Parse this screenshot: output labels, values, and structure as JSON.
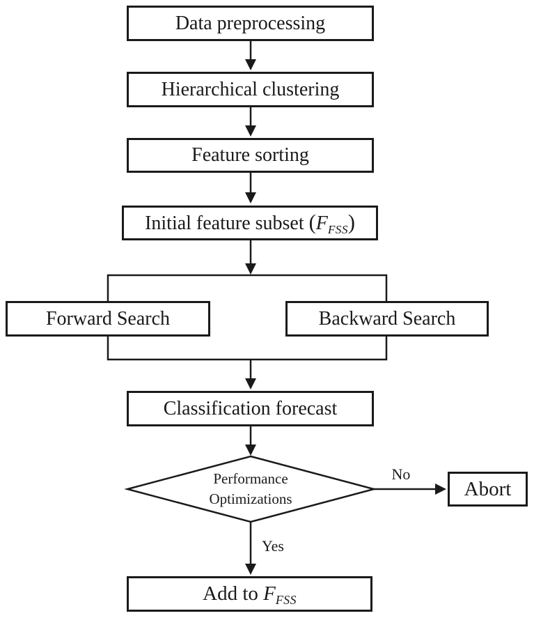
{
  "diagram": {
    "type": "flowchart",
    "colors": {
      "line": "#1a1a1a",
      "background": "#ffffff",
      "node_fill": "#ffffff"
    },
    "nodes": {
      "data_preprocessing": {
        "label": "Data preprocessing"
      },
      "hierarchical_clustering": {
        "label": "Hierarchical clustering"
      },
      "feature_sorting": {
        "label": "Feature sorting"
      },
      "initial_feature_subset": {
        "prefix": "Initial feature subset ",
        "open_paren": "(",
        "sym": "F",
        "sub": "FSS",
        "close_paren": ")"
      },
      "forward_search": {
        "label": "Forward Search"
      },
      "backward_search": {
        "label": "Backward Search"
      },
      "classification_forecast": {
        "label": "Classification forecast"
      },
      "performance_decision": {
        "line1": "Performance",
        "line2": "Optimizations"
      },
      "abort": {
        "label": "Abort"
      },
      "add_to_fss": {
        "prefix": "Add to ",
        "sym": "F",
        "sub": "FSS"
      }
    },
    "edge_labels": {
      "no": "No",
      "yes": "Yes"
    },
    "flow": [
      "Data preprocessing -> Hierarchical clustering -> Feature sorting -> Initial feature subset (F_FSS) -> {Forward Search | Backward Search} -> Classification forecast -> Performance Optimizations? -No-> Abort ; -Yes-> Add to F_FSS"
    ]
  }
}
